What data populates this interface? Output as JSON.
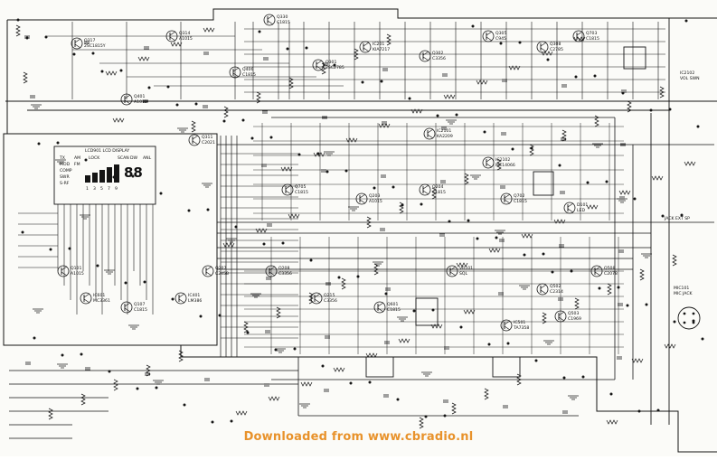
{
  "colors": {
    "wire": "#151515",
    "background": "#fbfbf8",
    "credit": "#e8922b"
  },
  "footer": {
    "credit": "Downloaded from www.cbradio.nl"
  },
  "lcd": {
    "title": "LCD901  LCD DISPLAY",
    "indicators": [
      "TX",
      "AM",
      "LOCK",
      "MOD",
      "FM",
      "COMP",
      "SWR",
      "S-RF"
    ],
    "right_labels": [
      "SCAN",
      "DW",
      "ANL"
    ],
    "bar_digits": [
      "1",
      "3",
      "5",
      "7",
      "9"
    ],
    "readout": "88"
  },
  "jacks": {
    "mic": [
      "MIC101",
      "MIC JACK"
    ],
    "power": [
      "IC2102",
      "VOL SWN"
    ],
    "speaker": [
      "JACK EXT SP"
    ]
  },
  "components": [
    {
      "t": "Q317",
      "s": "2SC1815Y"
    },
    {
      "t": "Q314",
      "s": "A1015"
    },
    {
      "t": "Q330",
      "s": "C1815"
    },
    {
      "t": "Q301",
      "s": "2SC2785"
    },
    {
      "t": "IC201",
      "s": "KIA7217"
    },
    {
      "t": "Q302",
      "s": "C3356"
    },
    {
      "t": "Q305",
      "s": "C945"
    },
    {
      "t": "Q308",
      "s": "C2785"
    },
    {
      "t": "Q311",
      "s": "C2021"
    },
    {
      "t": "Q406",
      "s": "C1815"
    },
    {
      "t": "Q401",
      "s": "A1015"
    },
    {
      "t": "IC2101",
      "s": "KA2209"
    },
    {
      "t": "IC2102",
      "s": "MC14066"
    },
    {
      "t": "Q703",
      "s": "C1815"
    },
    {
      "t": "Q705",
      "s": "C1815"
    },
    {
      "t": "Q203",
      "s": "A1015"
    },
    {
      "t": "Q204",
      "s": "C1815"
    },
    {
      "t": "Q702",
      "s": "C1815"
    },
    {
      "t": "D101",
      "s": "LED"
    },
    {
      "t": "Q101",
      "s": "A1015"
    },
    {
      "t": "IC601",
      "s": "MC3361"
    },
    {
      "t": "Q208",
      "s": "C3356"
    },
    {
      "t": "Q215",
      "s": "C3356"
    },
    {
      "t": "Q601",
      "s": "C1815"
    },
    {
      "t": "VR101",
      "s": "SQL"
    },
    {
      "t": "Q502",
      "s": "C2314"
    },
    {
      "t": "Q503",
      "s": "C1969"
    },
    {
      "t": "Q508",
      "s": "C2078"
    },
    {
      "t": "IC501",
      "s": "TA7358"
    },
    {
      "t": "Q107",
      "s": "C1815"
    },
    {
      "t": "IC401",
      "s": "LM386"
    },
    {
      "t": "Q207",
      "s": "C2458"
    }
  ]
}
